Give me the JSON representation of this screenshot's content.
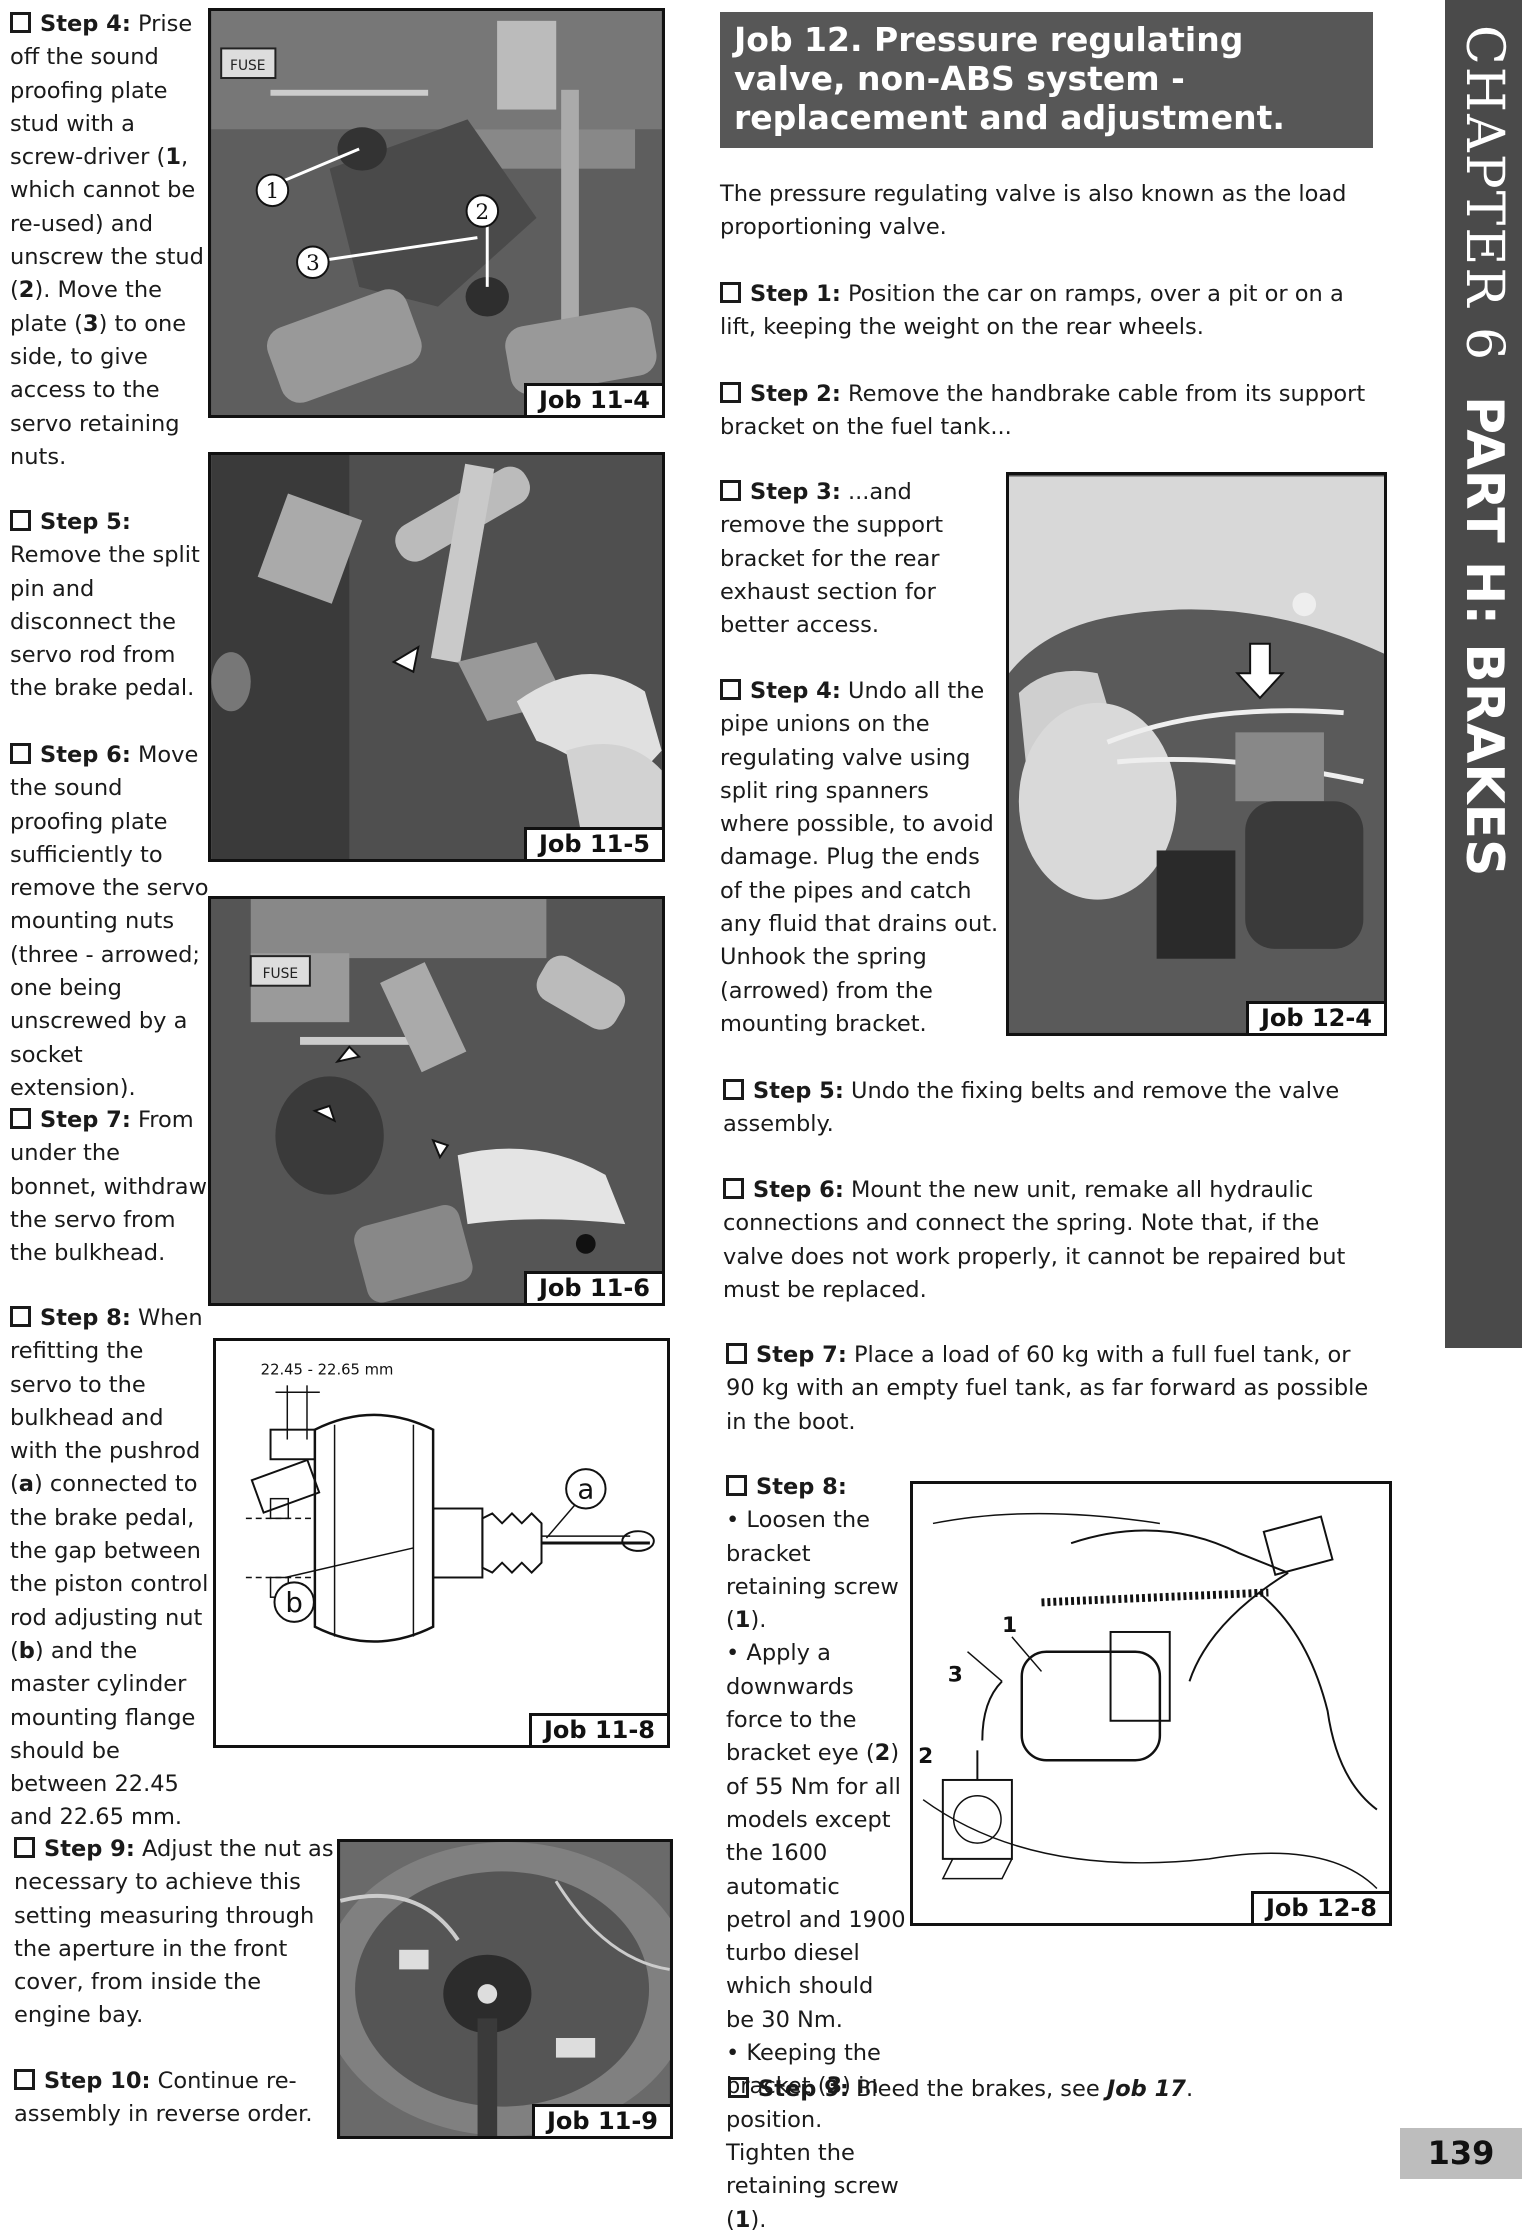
{
  "sidebar": {
    "chapter": "CHAPTER 6",
    "part": "PART H: BRAKES"
  },
  "page_number": "139",
  "job12": {
    "title": "Job 12. Pressure regulating valve, non-ABS system - replacement and adjustment.",
    "intro": "The pressure regulating valve is also known as the load proportioning valve."
  },
  "left_steps": {
    "s4_label": "Step 4:",
    "s4_a": " Prise off the sound proofing plate stud with a screw-driver (",
    "s4_b": "1",
    "s4_c": ", which cannot be re-used) and unscrew the stud (",
    "s4_d": "2",
    "s4_e": "). Move the plate (",
    "s4_f": "3",
    "s4_g": ") to one side, to give access to the servo retaining nuts.",
    "s5_label": "Step 5:",
    "s5_text": " Remove the split pin and disconnect the servo rod from the brake pedal.",
    "s6_label": "Step 6:",
    "s6_text": " Move the sound proofing plate sufficiently to remove the servo mounting nuts (three - arrowed; one being unscrewed by a socket extension).",
    "s7_label": "Step 7:",
    "s7_text": " From under the bonnet, withdraw the servo from the bulkhead.",
    "s8_label": "Step 8:",
    "s8_a": " When refitting the servo to the bulkhead and with the pushrod (",
    "s8_b": "a",
    "s8_c": ") connected to the brake pedal, the gap between the piston control rod adjusting nut (",
    "s8_d": "b",
    "s8_e": ") and the master cylinder mounting flange should be between 22.45 and 22.65 mm.",
    "s9_label": "Step 9:",
    "s9_text": " Adjust the nut as necessary to achieve this setting measuring through the aperture in the front cover, from inside the engine bay.",
    "s10_label": "Step 10:",
    "s10_text": " Continue re-assembly in reverse order."
  },
  "right_steps": {
    "s1_label": "Step 1:",
    "s1_text": " Position the car on ramps, over a pit or on a lift, keeping the weight on the rear wheels.",
    "s2_label": "Step 2:",
    "s2_text": " Remove the handbrake cable from its support bracket on the fuel tank...",
    "s3_label": "Step 3:",
    "s3_text": " ...and remove the support bracket for the rear exhaust section for better access.",
    "s4_label": "Step 4:",
    "s4_text": " Undo all the pipe unions on the regulating valve using split ring spanners where possible, to avoid damage. Plug the ends of the pipes and catch any fluid that drains out. Unhook the spring (arrowed) from the mounting bracket.",
    "s5_label": "Step 5:",
    "s5_text": " Undo the fixing belts and remove the valve assembly.",
    "s6_label": "Step 6:",
    "s6_text": " Mount the new unit, remake all hydraulic connections and connect the spring. Note that, if the valve does not work properly, it cannot be repaired but must be replaced.",
    "s7_label": "Step 7:",
    "s7_text": " Place a load of 60 kg with a full fuel tank, or 90 kg with an empty fuel tank, as far forward as possible in the boot.",
    "s8_label": "Step 8:",
    "s8_b1a": "• Loosen the bracket retaining screw (",
    "s8_b1b": "1",
    "s8_b1c": ").",
    "s8_b2a": "• Apply a downwards force to the bracket eye (",
    "s8_b2b": "2",
    "s8_b2c": ") of 55 Nm for all models except the 1600 automatic petrol and 1900 turbo diesel which should be 30 Nm.",
    "s8_b3a": "• Keeping the bracket (",
    "s8_b3b": "3",
    "s8_b3c": ") in position. Tighten the retaining screw (",
    "s8_b3d": "1",
    "s8_b3e": ").",
    "s9_label": "Step 9:",
    "s9_a": " Bleed the brakes, see ",
    "s9_b": "Job 17",
    "s9_c": "."
  },
  "figures": {
    "job11_4": {
      "caption": "Job 11-4",
      "fuse": "FUSE",
      "c1": "1",
      "c2": "2",
      "c3": "3"
    },
    "job11_5": {
      "caption": "Job 11-5"
    },
    "job11_6": {
      "caption": "Job 11-6",
      "fuse": "FUSE"
    },
    "job11_8": {
      "caption": "Job 11-8",
      "dimension": "22.45 - 22.65 mm",
      "a": "a",
      "b": "b"
    },
    "job11_9": {
      "caption": "Job 11-9"
    },
    "job12_4": {
      "caption": "Job 12-4"
    },
    "job12_8": {
      "caption": "Job 12-8",
      "n1": "1",
      "n2": "2",
      "n3": "3"
    }
  }
}
